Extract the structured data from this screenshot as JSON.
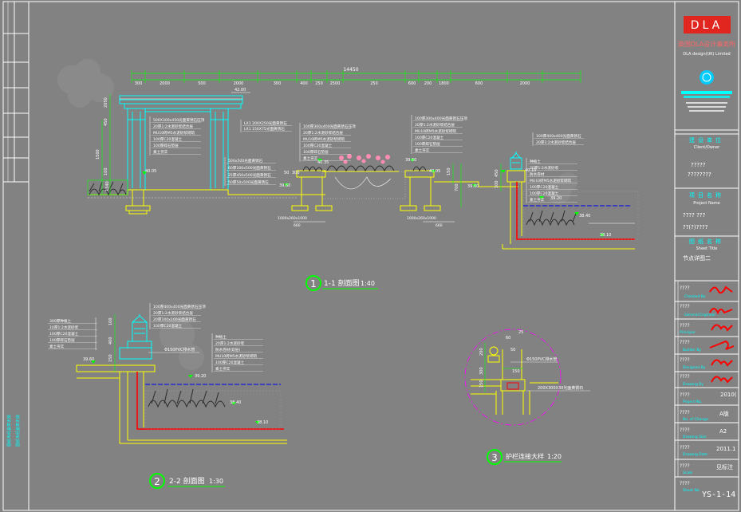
{
  "colors": {
    "bg": "#828282",
    "yellow": "#ffff00",
    "cyan": "#00ffff",
    "green": "#00ff00",
    "white": "#ffffff",
    "red": "#ff0000",
    "blue": "#0000ff",
    "pink": "#ff8cb4",
    "magenta": "#ff00ff"
  },
  "firm": {
    "name_cn": "英国DLA设计事务所",
    "name_en": "DLA design(UK) Limited",
    "logo_text": "DLA"
  },
  "titleblock": {
    "client_label": "建设单位",
    "client_label_en": "Client/Owner",
    "client_value_1": "?????",
    "client_value_2": "????????",
    "project_label": "项目名称",
    "project_label_en": "Project Name",
    "project_value_1": "???? ???",
    "project_value_2": "??(?)????",
    "sheet_label": "图纸名称",
    "sheet_label_en": "Sheet Title",
    "sheet_value": "节点详图二",
    "checked_label": "Checked By",
    "approved_label": "General Engineer",
    "principal_label": "Principal",
    "builder_label": "Builder By",
    "designed_label": "Designed By",
    "drawing_label": "Drawing By",
    "project_no_label": "Project No.",
    "project_no_value": "2010(",
    "no_of_change_label": "No. of Change",
    "no_of_change_value": "A版",
    "drawing_size_label": "Drawing Size",
    "drawing_size_value": "A2",
    "drawing_date_label": "Drawing Date",
    "drawing_date_value": "2011.1",
    "scale_label": "Scale",
    "scale_value": "见标注",
    "sheet_no_label": "Sheet No.",
    "sheet_no_value": "YS-1-14",
    "q": "????"
  },
  "section1": {
    "title_num": "1",
    "title_text": "1-1 剖面图",
    "title_scale": "1:40",
    "overall_dim": "14450",
    "dims": [
      "300",
      "2000",
      "500",
      "2000",
      "300",
      "400",
      "250",
      "2500",
      "250",
      "600",
      "200",
      "1800",
      "600",
      "2000"
    ],
    "notes_left": [
      "500X300x450光面黄锈石压顶",
      "20厚1:2水泥砂浆结合层",
      "MU10砖M5水泥砂浆砌筑",
      "100厚C20混凝土",
      "100厚碎石垫层",
      "素土夯实"
    ],
    "notes_mid": [
      "100厚300x400光面黄锈石压顶",
      "20厚1:2水泥砂浆结合层",
      "MU10砖M5水泥砂浆砌筑",
      "100厚C20混凝土",
      "100厚碎石垫层",
      "素土夯实"
    ],
    "notes_right": [
      "100厚300x400光面黄锈石压顶",
      "20厚1:2水泥砂浆结合层",
      "MU10砖M5水泥砂浆砌筑",
      "100厚C20混凝土",
      "100厚碎石垫层",
      "素土夯实"
    ],
    "notes_beam": [
      "LX1 200X250光面黄锈石",
      "LX1 150X75光面黄锈石"
    ],
    "notes_base": [
      "500x500光面黄锈石",
      "60厚100x500光面黄锈石",
      "25厚450x500光面黄锈石",
      "50厚50x500光面黄锈石"
    ],
    "notes_wall": [
      "100厚400x400光面黄锈石",
      "20厚1:2水泥砂浆结合层"
    ],
    "notes_pool": [
      "种植土",
      "20厚1:2水泥砂浆",
      "防水卷材",
      "MU10砖M5水泥砂浆砌筑",
      "100厚C20混凝土",
      "100厚C20混凝土",
      "素土夯实"
    ],
    "elev": [
      "42.00",
      "40.05",
      "39.60",
      "40.35",
      "39.60",
      "40.05",
      "40.10",
      "39.60",
      "39.20",
      "38.40",
      "38.10"
    ],
    "footings": [
      "1000x260x1000",
      "1000x260x1000"
    ],
    "widths": [
      "660",
      "660"
    ],
    "side_dims": [
      "2050",
      "450",
      "100",
      "1500",
      "1340",
      "50",
      "300",
      "60",
      "300",
      "150",
      "700",
      "700",
      "450",
      "100"
    ]
  },
  "section2": {
    "title_num": "2",
    "title_text": "2-2 剖面图",
    "title_scale": "1:30",
    "notes_left": [
      "300厚种植土",
      "10厚1:2水泥砂浆",
      "100厚C20混凝土",
      "100厚碎石垫层",
      "素土夯实"
    ],
    "notes_top": [
      "100厚400x400光面黄锈石压顶",
      "20厚1:2水泥砂浆结合层",
      "20厚100x100光面黄锈石",
      "100厚C20混凝土"
    ],
    "notes_right": [
      "种植土",
      "20厚1:2水泥砂浆",
      "防水卷材(双层)",
      "MU10砖M5水泥砂浆砌筑",
      "100厚C20混凝土",
      "素土夯实"
    ],
    "pipe_note": "Φ150PVC排水管",
    "elev": [
      "39.60",
      "39.20",
      "38.40",
      "38.10"
    ],
    "dims": [
      "100",
      "400",
      "150"
    ]
  },
  "section3": {
    "title_num": "3",
    "title_text": "护栏连接大样",
    "title_scale": "1:20",
    "note_a": "Φ150PVC排水管",
    "note_b": "200X300X30光面黄锈石",
    "dims": [
      "25",
      "60",
      "50",
      "200",
      "300",
      "150",
      "150"
    ]
  },
  "left_border": {
    "stamp_text": "图纸未经盖章无效"
  }
}
